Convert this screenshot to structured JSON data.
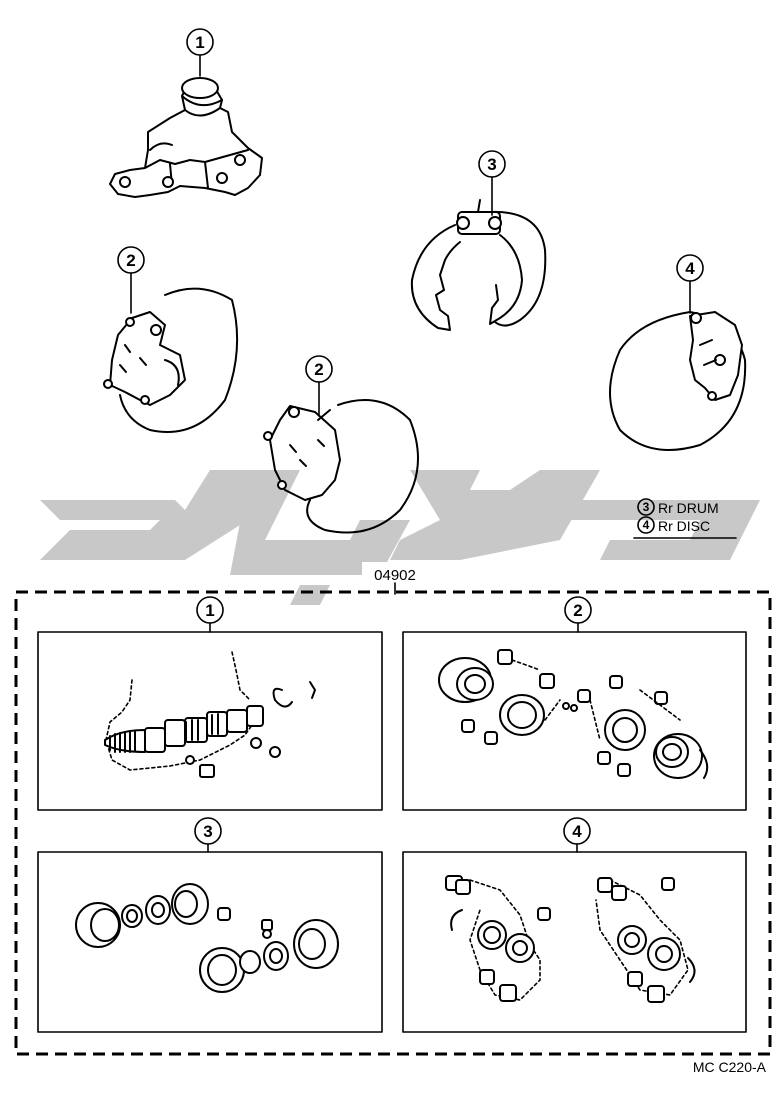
{
  "callouts": {
    "c1": "1",
    "c2": "2",
    "c3": "3",
    "c4": "4"
  },
  "legend": {
    "rr_drum": "Rr DRUM",
    "rr_disc": "Rr DISC"
  },
  "kit_part_number": "04902",
  "drawing_code": "MC C220-A",
  "watermark_color": "#c8c8c8"
}
